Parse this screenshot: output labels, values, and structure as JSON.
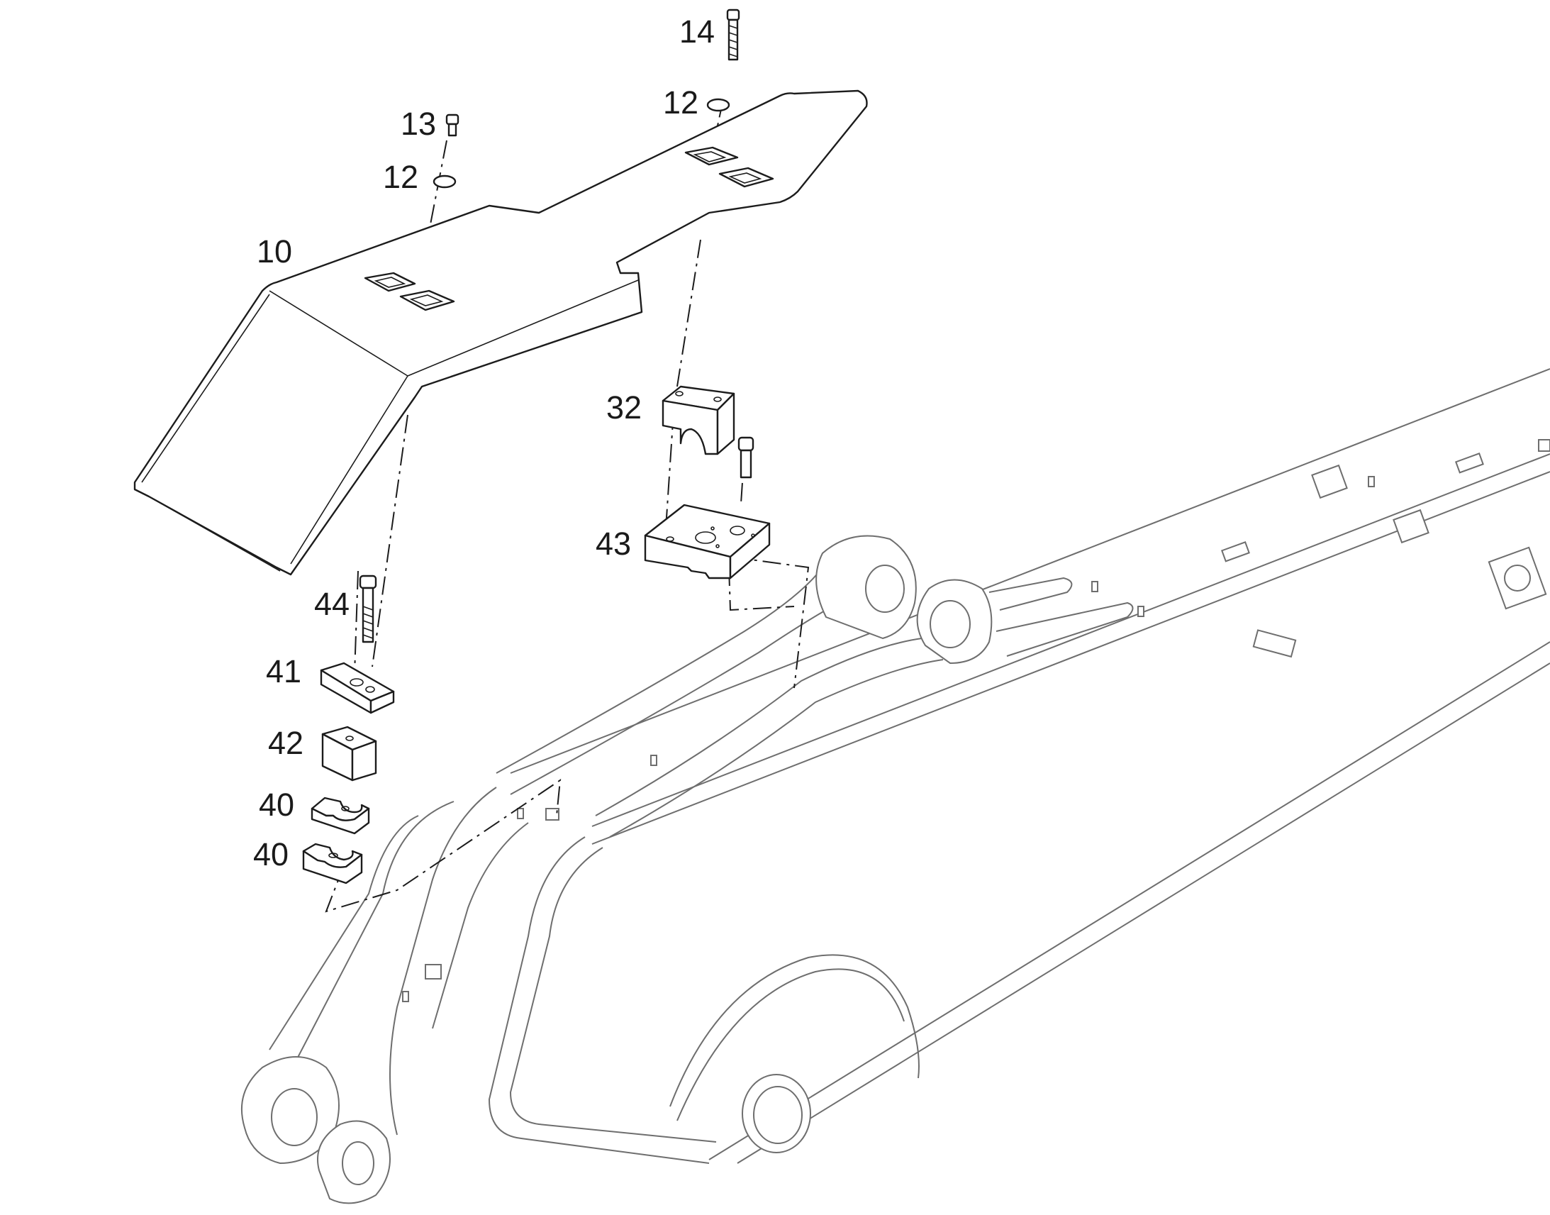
{
  "callouts": {
    "c10": "10",
    "c12a": "12",
    "c12b": "12",
    "c13": "13",
    "c14": "14",
    "c32": "32",
    "c40a": "40",
    "c40b": "40",
    "c41": "41",
    "c42": "42",
    "c43": "43",
    "c44": "44"
  },
  "colors": {
    "line": "#1c1c1c",
    "boom": "#6e6e6e",
    "background": "#ffffff"
  }
}
